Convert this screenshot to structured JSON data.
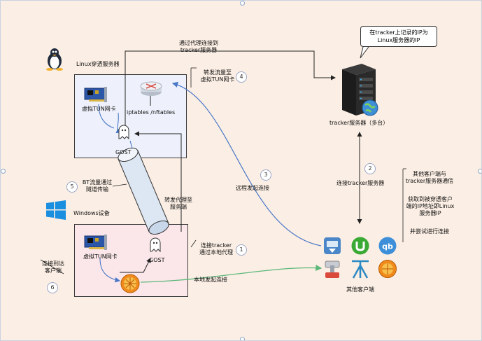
{
  "labels": {
    "proxy_to_tracker": "通过代理连接到\ntracker服务器",
    "linux_server": "Linux穿透服务器",
    "forward_tun": "转发流量至\n虚拟TUN网卡",
    "tun_linux": "虚拟TUN网卡",
    "iptables": "iptables /nftables",
    "gost_linux": "GOST",
    "bt_tunnel": "BT流量通过\n隧道传输",
    "windows_device": "Windows设备",
    "forward_server": "转发代理至\n服务端",
    "tun_win": "虚拟TUN网卡",
    "gost_win": "GOST",
    "connect_tracker": "连接tracker\n通过本地代理",
    "connect_to_client": "连接到达\n客户端",
    "local_connect": "本地发起连接",
    "remote_connect": "远程发起连接",
    "connect_tracker_server": "连接tracker服务器",
    "tracker_server": "tracker服务器（多台）",
    "tracker_callout": "在tracker上记录的IP为\nLinux服务器的IP",
    "other_clients": "其他客户端",
    "side_note_1": "其他客户端与\ntracker服务器通信",
    "side_note_2": "获取到被穿透客户\n端的IP地址即Linux\n服务器IP",
    "side_note_3": "并尝试进行连接"
  },
  "steps": {
    "n1": "1",
    "n2": "2",
    "n3": "3",
    "n4": "4",
    "n5": "5",
    "n6": "6"
  },
  "icons": {
    "linux": "tux-icon",
    "windows": "windows-logo-icon",
    "server": "server-rack-icon",
    "router": "router-icon",
    "nic": "network-card-icon",
    "ghost": "gost-ghost-icon",
    "globe": "globe-icon",
    "qb": "qb"
  },
  "colors": {
    "blue_line": "#4a78c8",
    "green_line": "#5cb87a",
    "black_line": "#222222",
    "linux_box": "#eef1fb",
    "win_box": "#fbe7e9",
    "background": "#fbeee4"
  }
}
